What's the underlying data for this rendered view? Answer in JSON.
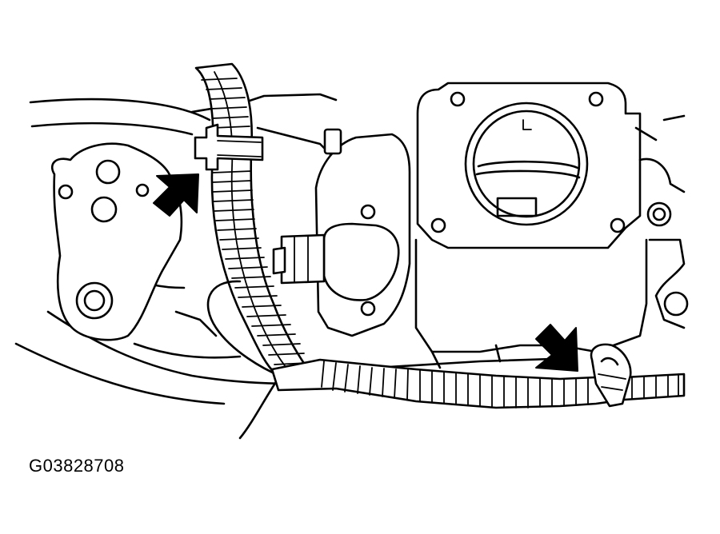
{
  "figure": {
    "code": "G03828708"
  },
  "colors": {
    "line": "#000000",
    "background": "#ffffff"
  },
  "callouts": [
    {
      "icon": "arrow-icon",
      "target": "harness-clamp-left"
    },
    {
      "icon": "arrow-icon",
      "target": "harness-clamp-right"
    }
  ]
}
